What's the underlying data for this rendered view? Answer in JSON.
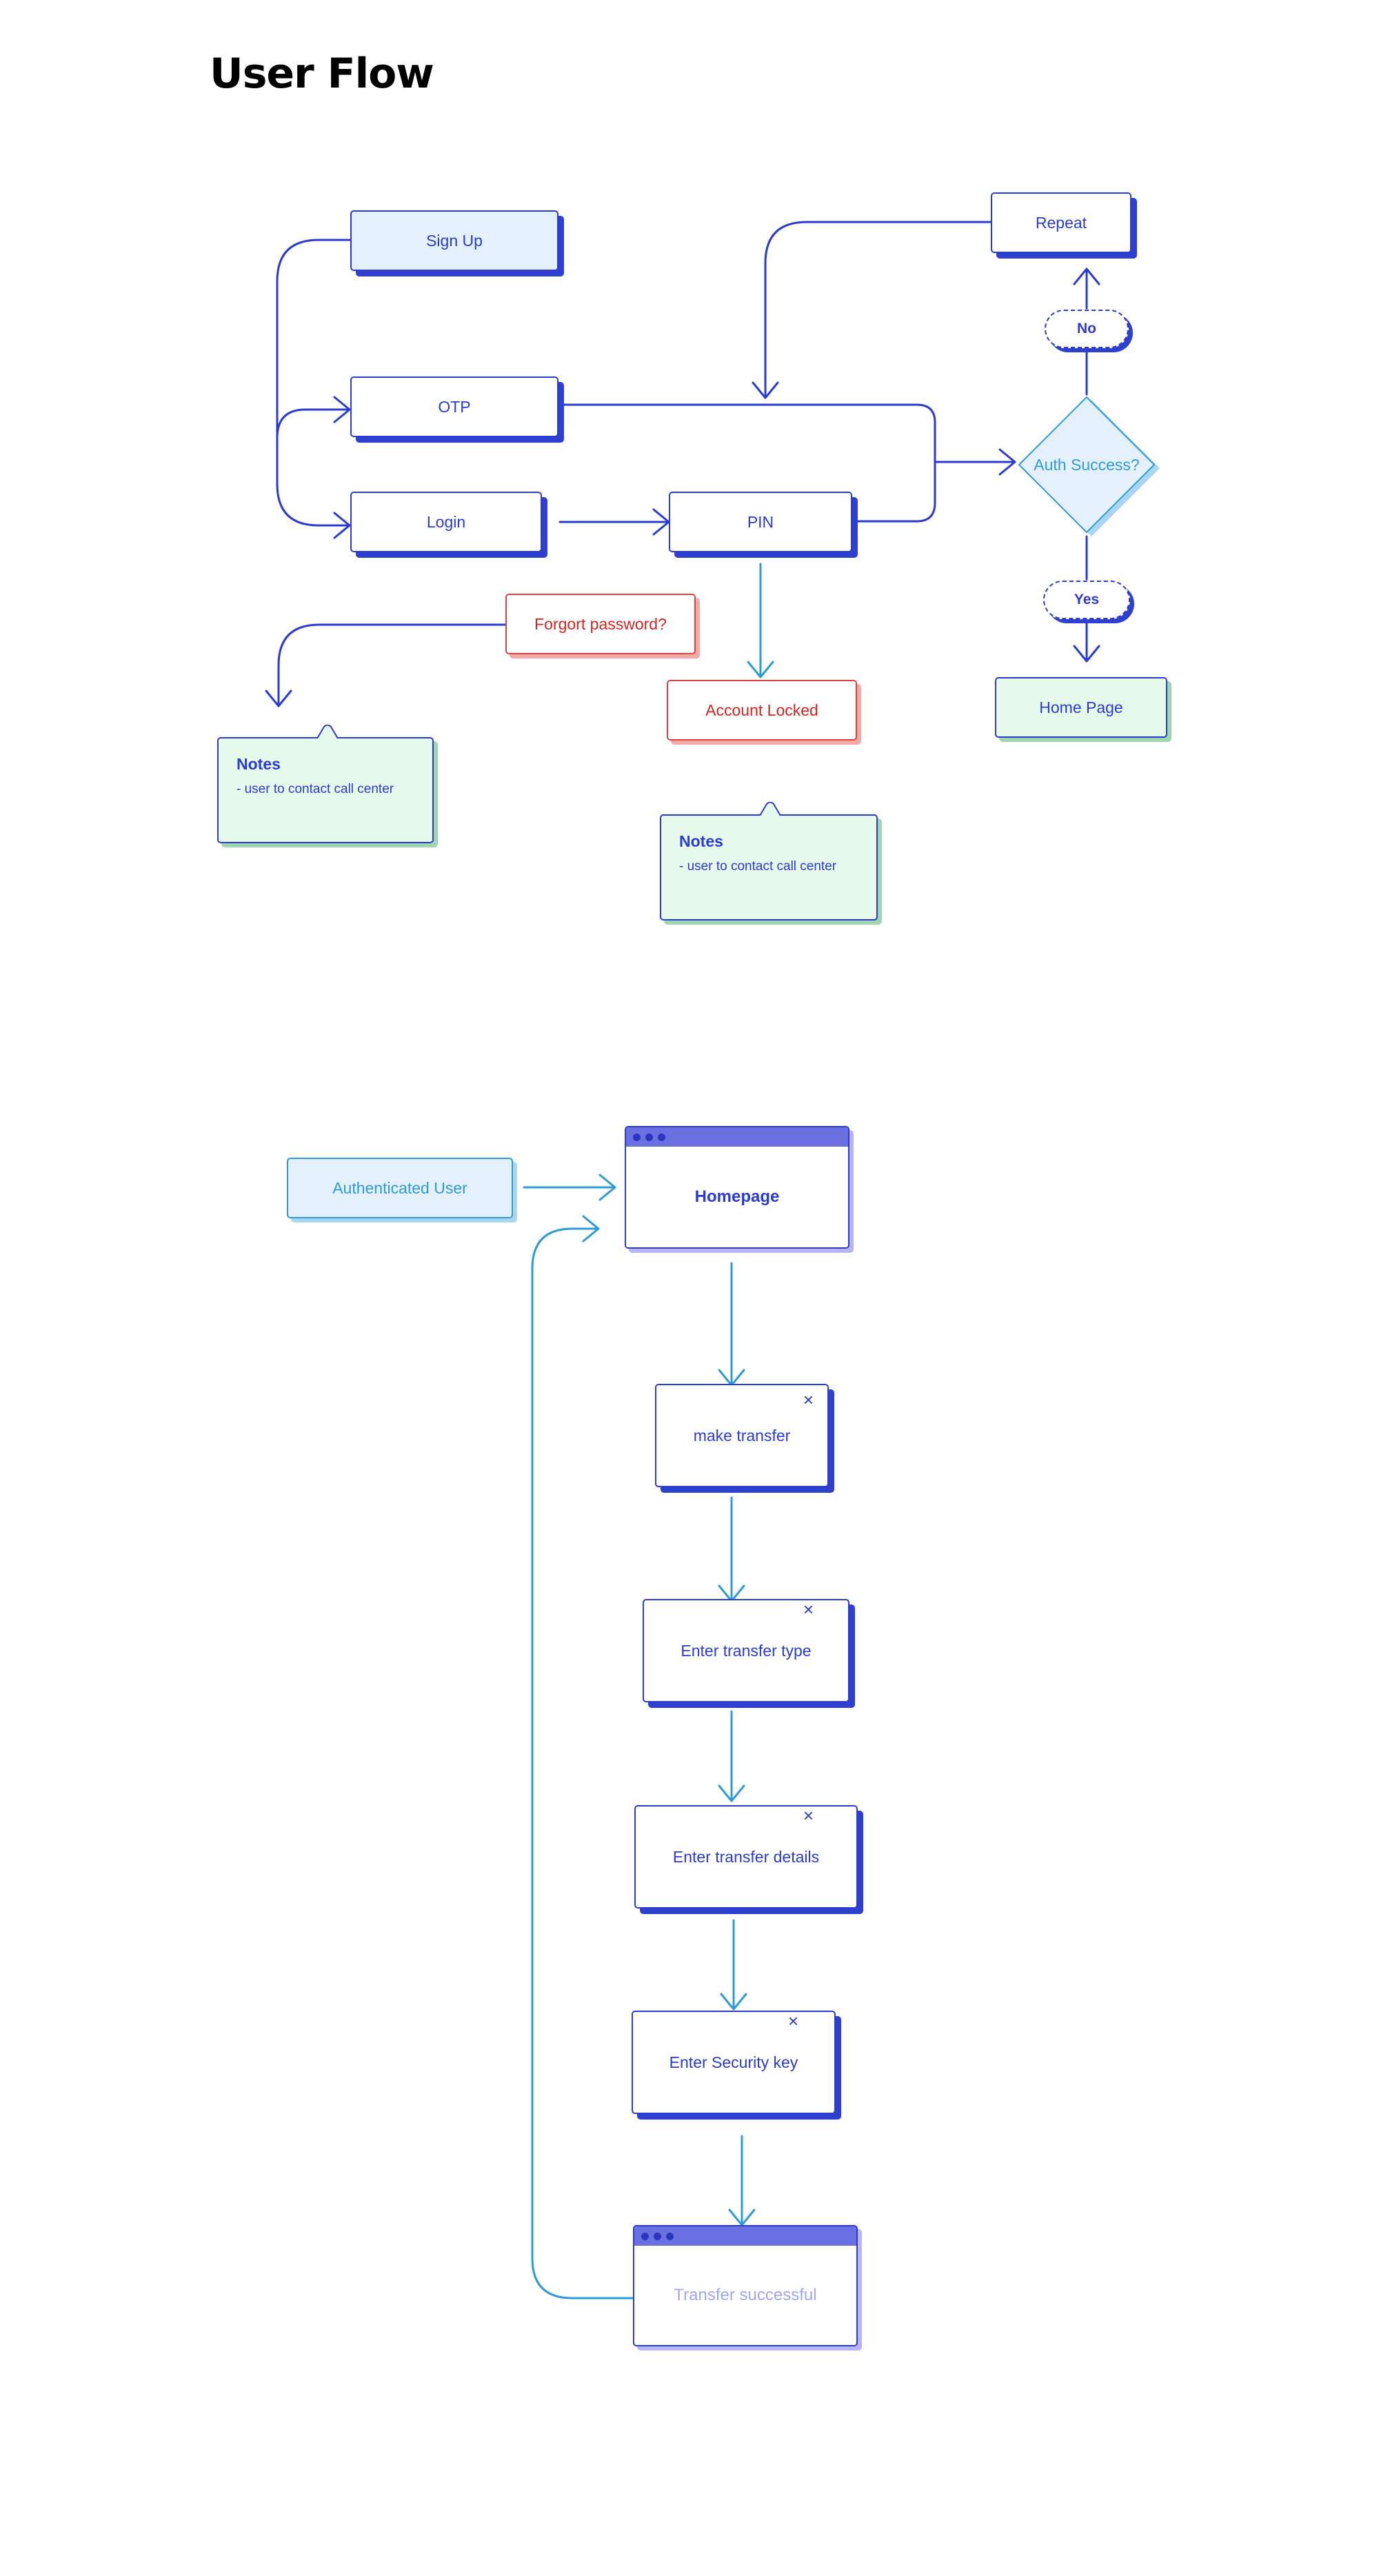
{
  "title": "User Flow",
  "flow1": {
    "sign_up": "Sign Up",
    "otp": "OTP",
    "login": "Login",
    "pin": "PIN",
    "repeat": "Repeat",
    "no": "No",
    "auth_success": "Auth Success?",
    "yes": "Yes",
    "home_page": "Home Page",
    "forgot_password": "Forgort password?",
    "account_locked": "Account Locked",
    "note_left": {
      "title": "Notes",
      "body": "- user to contact call center"
    },
    "note_center": {
      "title": "Notes",
      "body": "- user  to contact call center"
    }
  },
  "flow2": {
    "authenticated_user": "Authenticated User",
    "homepage": "Homepage",
    "make_transfer": "make transfer",
    "enter_transfer_type": "Enter transfer type",
    "enter_transfer_details": "Enter transfer details",
    "enter_security_key": "Enter Security key",
    "transfer_successful": "Transfer successful",
    "close_glyph": "×"
  },
  "colors": {
    "primary": "#2b3bd0",
    "accent_cyan": "#2e9bd6",
    "light_blue_fill": "#e4f1fd",
    "green_fill": "#e6f9ea",
    "error_red": "#d0261f",
    "window_bar": "#6b70e0"
  }
}
